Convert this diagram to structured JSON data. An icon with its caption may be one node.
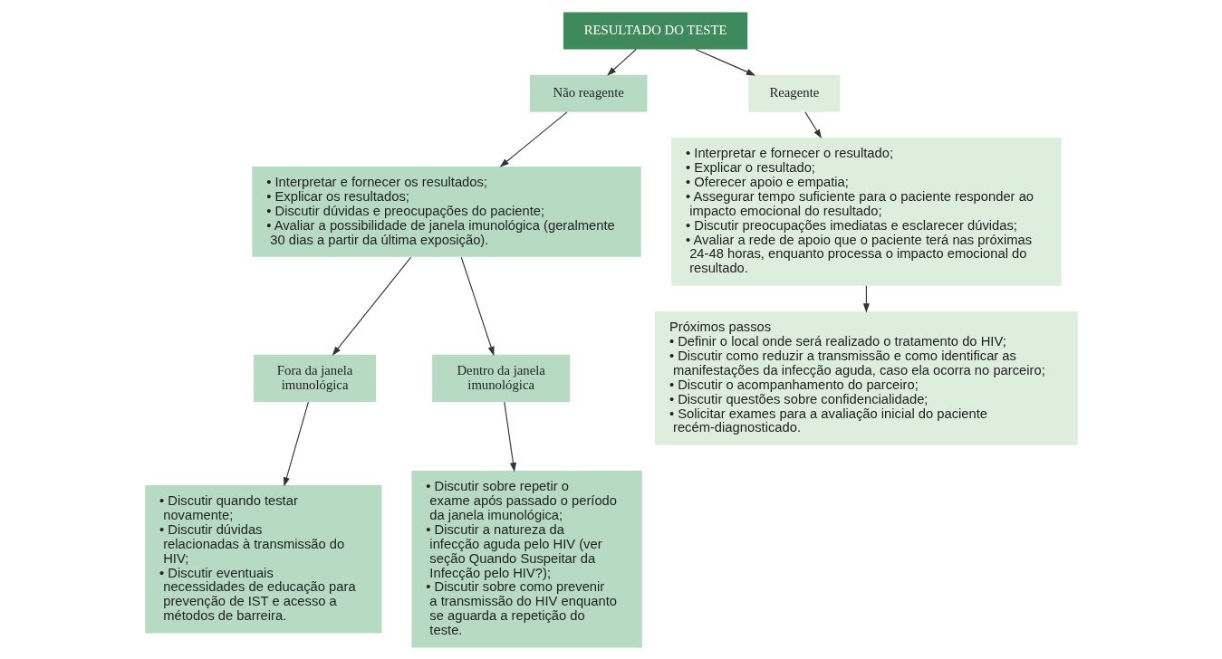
{
  "diagram": {
    "nodes": [
      {
        "text": [
          "RESULTADO DO TESTE"
        ]
      },
      {
        "text": [
          "Não reagente"
        ]
      },
      {
        "text": [
          "Reagente"
        ]
      },
      {
        "text": [
          "• Interpretar e fornecer os resultados;",
          "• Explicar os resultados;",
          "• Discutir dúvidas e preocupações do paciente;",
          "• Avaliar a possibilidade de janela imunológica (geralmente 30 dias a partir da última exposição)."
        ]
      },
      {
        "text": [
          "Fora da janela imunológica"
        ]
      },
      {
        "text": [
          "Dentro da janela imunológica"
        ]
      },
      {
        "text": [
          "• Discutir quando testar novamente;",
          "• Discutir dúvidas relacionadas à transmissão do HIV;",
          "• Discutir eventuais necessidades de educação para prevenção de IST e acesso a métodos de barreira."
        ]
      },
      {
        "text": [
          "• Discutir sobre repetir o exame após passado o período da janela imunológica;",
          "• Discutir a natureza da infecção aguda pelo HIV (ver seção Quando Suspeitar da Infecção pelo HIV?);",
          "• Discutir sobre como prevenir a transmissão do HIV enquanto se aguarda a repetição do teste."
        ]
      },
      {
        "text": [
          "• Interpretar e fornecer o resultado;",
          "• Explicar o resultado;",
          "• Oferecer apoio e empatia;",
          "• Assegurar tempo suficiente para o paciente responder ao impacto emocional do resultado;",
          "• Discutir preocupações imediatas e esclarecer dúvidas;",
          "• Avaliar a rede de apoio que o paciente terá nas próximas 24-48 horas, enquanto processa o impacto emocional do resultado."
        ]
      },
      {
        "text": [
          "Próximos passos",
          "• Definir o local onde será realizado o tratamento do HIV;",
          "• Discutir como reduzir a transmissão e como identificar as manifestações da infecção aguda, caso ela ocorra no parceiro;",
          "• Discutir o acompanhamento do parceiro;",
          "• Discutir questões sobre confidencialidade;",
          "• Solicitar exames para a avaliação inicial do paciente recém-diagnosticado."
        ]
      }
    ],
    "edges": [
      {
        "from": 0,
        "to": 1,
        "arrow": "to"
      },
      {
        "from": 0,
        "to": 2,
        "arrow": "to"
      },
      {
        "from": 1,
        "to": 3,
        "arrow": "to"
      },
      {
        "from": 3,
        "to": 4,
        "arrow": "to"
      },
      {
        "from": 3,
        "to": 5,
        "arrow": "to"
      },
      {
        "from": 4,
        "to": 6,
        "arrow": "to"
      },
      {
        "from": 5,
        "to": 7,
        "arrow": "to"
      },
      {
        "from": 2,
        "to": 8,
        "arrow": "to"
      },
      {
        "from": 8,
        "to": 9,
        "arrow": "to"
      }
    ]
  }
}
